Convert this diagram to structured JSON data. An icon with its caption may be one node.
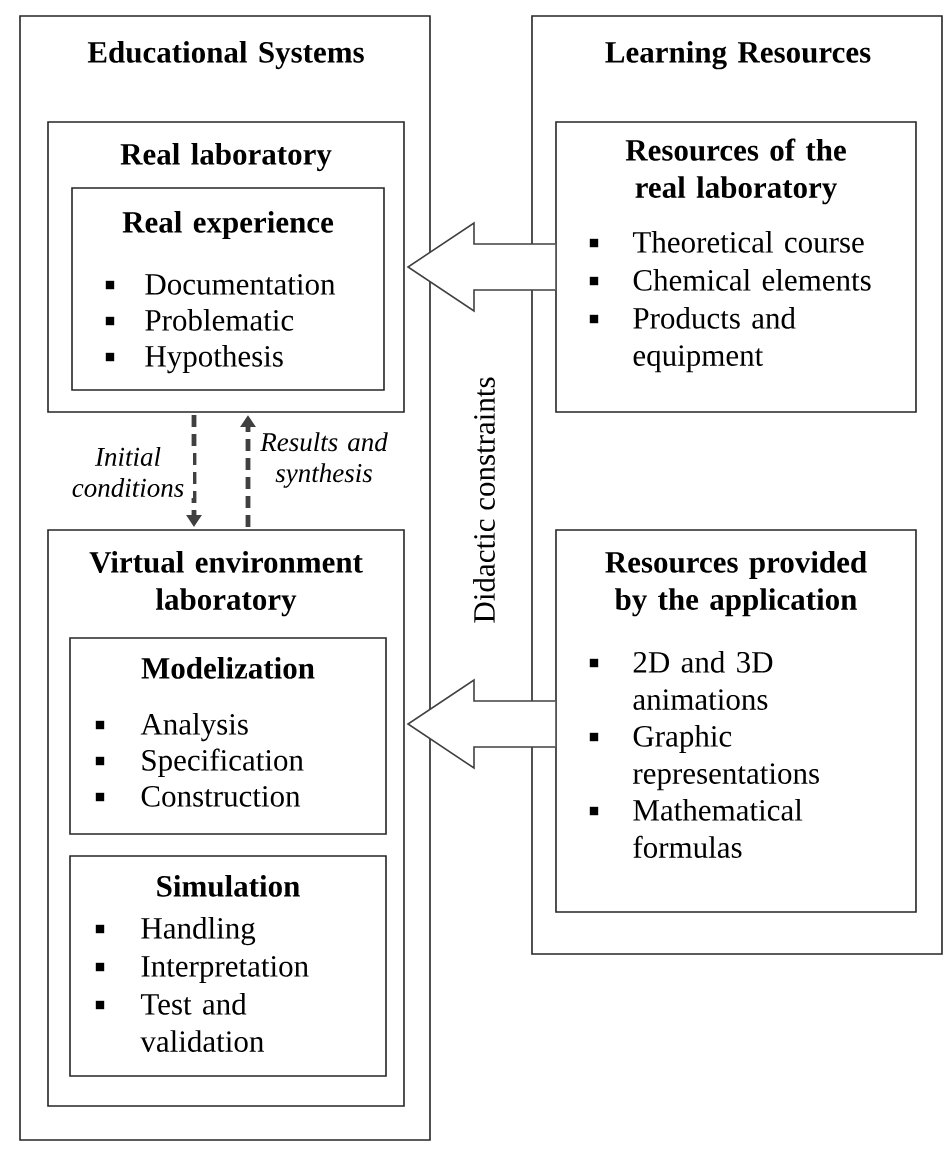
{
  "diagram": {
    "nodes": [
      {
        "text": [
          "Educational Systems"
        ]
      },
      {
        "text": [
          "Real laboratory"
        ],
        "in": 0
      },
      {
        "text": [
          "Real experience",
          "Documentation",
          "Problematic",
          "Hypothesis"
        ],
        "in": 1
      },
      {
        "text": [
          "Virtual environment laboratory"
        ],
        "in": 0
      },
      {
        "text": [
          "Modelization",
          "Analysis",
          "Specification",
          "Construction"
        ],
        "in": 3
      },
      {
        "text": [
          "Simulation",
          "Handling",
          "Interpretation",
          "Test and validation"
        ],
        "in": 3
      },
      {
        "text": [
          "Learning Resources"
        ]
      },
      {
        "text": [
          "Resources of the real laboratory",
          "Theoretical course",
          "Chemical elements",
          "Products and equipment"
        ],
        "in": 6
      },
      {
        "text": [
          "Resources provided by the application",
          "2D and 3D animations",
          "Graphic representations",
          "Mathematical formulas"
        ],
        "in": 6
      }
    ],
    "edges": [
      {
        "from": 7,
        "to": 1,
        "arrow": "to"
      },
      {
        "from": 1,
        "to": 3,
        "arrow": "to",
        "label": "Initial conditions",
        "style": "dashed"
      },
      {
        "from": 3,
        "to": 1,
        "arrow": "to",
        "label": "Results and synthesis",
        "style": "dashed"
      },
      {
        "from": 8,
        "to": 3,
        "arrow": "to"
      }
    ],
    "labels": [
      "Didactic constraints"
    ]
  }
}
